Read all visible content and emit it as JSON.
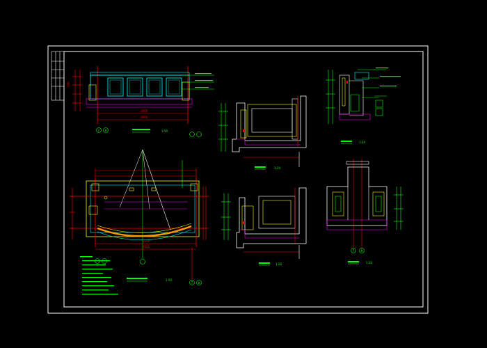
{
  "colors": {
    "background": "#000000",
    "frame": "#ffffff",
    "cyan": "#00ffff",
    "green": "#00ff00",
    "yellow": "#ffff00",
    "red": "#ff0000",
    "magenta": "#ff00ff",
    "white": "#ffffff",
    "orange": "#ff9900"
  },
  "views": {
    "elevation": {
      "scale": "1:50",
      "grid_a": "7",
      "grid_b": "8"
    },
    "plan": {
      "scale": "1:50",
      "grid_a": "7",
      "grid_b": "8"
    },
    "section_1": {
      "scale": "1:20"
    },
    "section_2": {
      "scale": "1:20"
    },
    "section_3": {
      "scale": "1:20"
    },
    "section_4": {
      "scale": "1:20",
      "grid_a": "7",
      "grid_b": "8"
    }
  }
}
